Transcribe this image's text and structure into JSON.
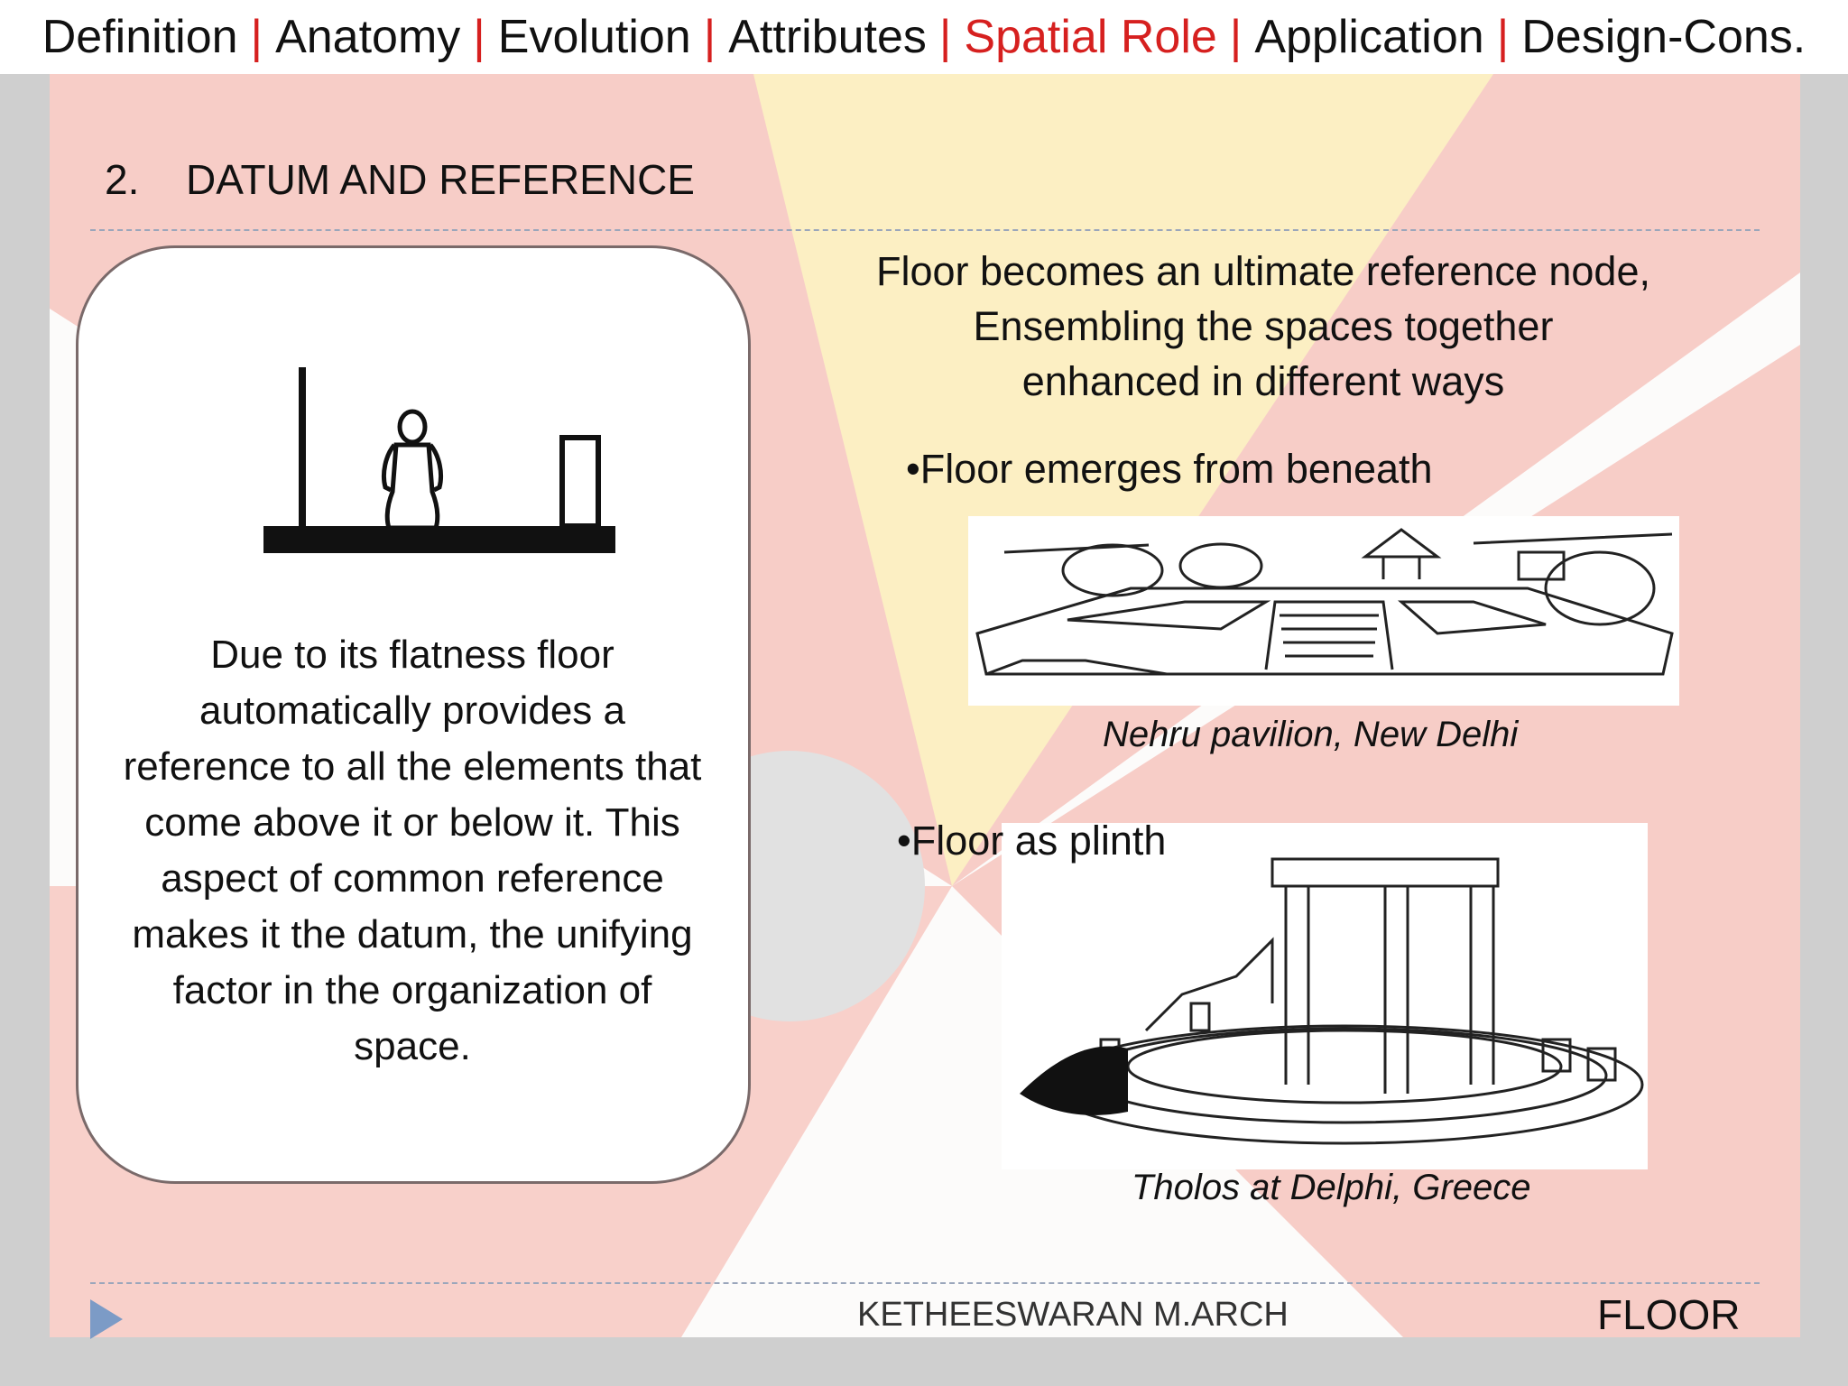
{
  "nav": {
    "items": [
      {
        "label": "Definition",
        "active": false
      },
      {
        "label": "Anatomy",
        "active": false
      },
      {
        "label": "Evolution",
        "active": false
      },
      {
        "label": "Attributes",
        "active": false
      },
      {
        "label": "Spatial Role",
        "active": true
      },
      {
        "label": "Application",
        "active": false
      },
      {
        "label": "Design-Cons.",
        "active": false
      }
    ],
    "separator": "|"
  },
  "heading": {
    "number": "2.",
    "title": "DATUM AND REFERENCE"
  },
  "card": {
    "text": "Due to its flatness floor automatically provides a reference to all the elements that come above it or below it. This aspect of common reference makes it the datum, the unifying factor in the organization of space."
  },
  "right": {
    "intro_lines": [
      "Floor becomes an ultimate reference node,",
      "Ensembling the spaces together",
      "enhanced in different ways"
    ],
    "bullet1": "•Floor emerges from beneath",
    "caption1": "Nehru pavilion, New Delhi",
    "bullet2": "•Floor as plinth",
    "caption2": "Tholos at Delphi, Greece"
  },
  "footer": {
    "name": "KETHEESWARAN M.ARCH",
    "topic": "FLOOR"
  },
  "colors": {
    "accent": "#d6201f",
    "text": "#111111",
    "rule": "#9aa6bb",
    "card_border": "#7a6a6a"
  },
  "icons": {
    "footer": "play-triangle-icon"
  }
}
